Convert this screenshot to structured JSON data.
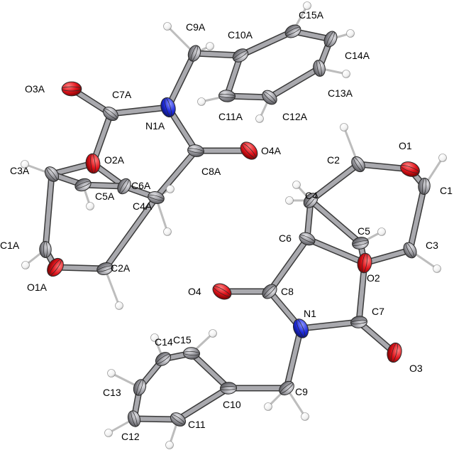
{
  "figure": {
    "colors": {
      "carbon": "#9a9aa0",
      "carbon_highlight": "#d9d9de",
      "oxygen": "#e0141c",
      "nitrogen": "#1f2bdc",
      "hydrogen": "#f2f2f2",
      "bond": "#a9a9ae",
      "outline": "#3a3a3a"
    },
    "molecule_a": {
      "atoms": [
        {
          "id": "O3A",
          "label": "O3A",
          "element": "O"
        },
        {
          "id": "C7A",
          "label": "C7A",
          "element": "C"
        },
        {
          "id": "N1A",
          "label": "N1A",
          "element": "N"
        },
        {
          "id": "C9A",
          "label": "C9A",
          "element": "C"
        },
        {
          "id": "C10A",
          "label": "C10A",
          "element": "C"
        },
        {
          "id": "C11A",
          "label": "C11A",
          "element": "C"
        },
        {
          "id": "C12A",
          "label": "C12A",
          "element": "C"
        },
        {
          "id": "C13A",
          "label": "C13A",
          "element": "C"
        },
        {
          "id": "C14A",
          "label": "C14A",
          "element": "C"
        },
        {
          "id": "C15A",
          "label": "C15A",
          "element": "C"
        },
        {
          "id": "C8A",
          "label": "C8A",
          "element": "C"
        },
        {
          "id": "O4A",
          "label": "O4A",
          "element": "O"
        },
        {
          "id": "O2A",
          "label": "O2A",
          "element": "O"
        },
        {
          "id": "C6A",
          "label": "C6A",
          "element": "C"
        },
        {
          "id": "C5A",
          "label": "C5A",
          "element": "C"
        },
        {
          "id": "C4A",
          "label": "C4A",
          "element": "C"
        },
        {
          "id": "C3A",
          "label": "C3A",
          "element": "C"
        },
        {
          "id": "C1A",
          "label": "C1A",
          "element": "C"
        },
        {
          "id": "O1A",
          "label": "O1A",
          "element": "O"
        },
        {
          "id": "C2A",
          "label": "C2A",
          "element": "C"
        }
      ]
    },
    "molecule_b": {
      "atoms": [
        {
          "id": "O1",
          "label": "O1",
          "element": "O"
        },
        {
          "id": "C2",
          "label": "C2",
          "element": "C"
        },
        {
          "id": "C1",
          "label": "C1",
          "element": "C"
        },
        {
          "id": "C4",
          "label": "C4",
          "element": "C"
        },
        {
          "id": "C5",
          "label": "C5",
          "element": "C"
        },
        {
          "id": "C6",
          "label": "C6",
          "element": "C"
        },
        {
          "id": "C3",
          "label": "C3",
          "element": "C"
        },
        {
          "id": "O2",
          "label": "O2",
          "element": "O"
        },
        {
          "id": "C8",
          "label": "C8",
          "element": "C"
        },
        {
          "id": "C7",
          "label": "C7",
          "element": "C"
        },
        {
          "id": "O4",
          "label": "O4",
          "element": "O"
        },
        {
          "id": "N1",
          "label": "N1",
          "element": "N"
        },
        {
          "id": "O3",
          "label": "O3",
          "element": "O"
        },
        {
          "id": "C9",
          "label": "C9",
          "element": "C"
        },
        {
          "id": "C10",
          "label": "C10",
          "element": "C"
        },
        {
          "id": "C11",
          "label": "C11",
          "element": "C"
        },
        {
          "id": "C12",
          "label": "C12",
          "element": "C"
        },
        {
          "id": "C13",
          "label": "C13",
          "element": "C"
        },
        {
          "id": "C14",
          "label": "C14",
          "element": "C"
        },
        {
          "id": "C15",
          "label": "C15",
          "element": "C"
        }
      ]
    },
    "bonds": [
      [
        "O3A",
        "C7A"
      ],
      [
        "C7A",
        "N1A"
      ],
      [
        "N1A",
        "C9A"
      ],
      [
        "N1A",
        "C8A"
      ],
      [
        "C8A",
        "O4A"
      ],
      [
        "C9A",
        "C10A"
      ],
      [
        "C10A",
        "C11A"
      ],
      [
        "C11A",
        "C12A"
      ],
      [
        "C12A",
        "C13A"
      ],
      [
        "C13A",
        "C14A"
      ],
      [
        "C14A",
        "C15A"
      ],
      [
        "C15A",
        "C10A"
      ],
      [
        "C7A",
        "O2A"
      ],
      [
        "C8A",
        "C4A"
      ],
      [
        "O2A",
        "C6A"
      ],
      [
        "O2A",
        "C3A"
      ],
      [
        "C6A",
        "C4A"
      ],
      [
        "C6A",
        "C5A"
      ],
      [
        "C3A",
        "C1A"
      ],
      [
        "C1A",
        "O1A"
      ],
      [
        "O1A",
        "C2A"
      ],
      [
        "C2A",
        "C4A"
      ],
      [
        "C3A",
        "C5A"
      ],
      [
        "O1",
        "C2"
      ],
      [
        "O1",
        "C1"
      ],
      [
        "C2",
        "C4"
      ],
      [
        "C4",
        "C6"
      ],
      [
        "C4",
        "C5"
      ],
      [
        "C5",
        "O2"
      ],
      [
        "C1",
        "C3"
      ],
      [
        "C3",
        "O2"
      ],
      [
        "C6",
        "C8"
      ],
      [
        "C8",
        "O4"
      ],
      [
        "C8",
        "N1"
      ],
      [
        "N1",
        "C7"
      ],
      [
        "C7",
        "O3"
      ],
      [
        "C7",
        "O2"
      ],
      [
        "C6",
        "O2"
      ],
      [
        "N1",
        "C9"
      ],
      [
        "C9",
        "C10"
      ],
      [
        "C10",
        "C11"
      ],
      [
        "C11",
        "C12"
      ],
      [
        "C12",
        "C13"
      ],
      [
        "C13",
        "C14"
      ],
      [
        "C14",
        "C15"
      ],
      [
        "C15",
        "C10"
      ]
    ]
  }
}
